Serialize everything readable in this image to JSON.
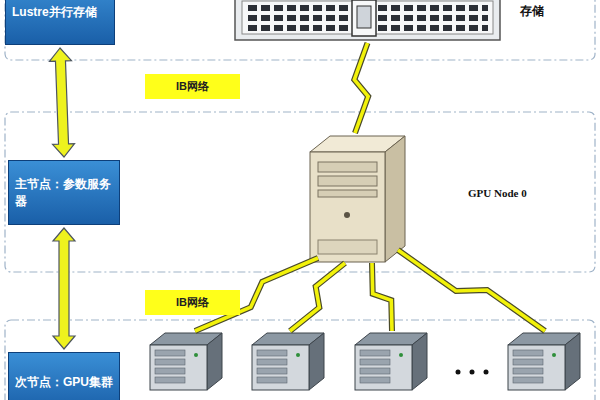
{
  "diagram": {
    "nodes": [
      {
        "text": [
          "Lustre并行存储"
        ]
      },
      {
        "text": [
          "存储"
        ]
      },
      {
        "text": [
          "IB网络"
        ]
      },
      {
        "text": [
          "主节点：参数服务器"
        ]
      },
      {
        "text": [
          "GPU Node 0"
        ]
      },
      {
        "text": [
          "IB网络"
        ]
      },
      {
        "text": [
          "次节点：GPU集群"
        ]
      }
    ],
    "edges": [
      {
        "from": 0,
        "to": 3,
        "arrow": "both"
      },
      {
        "from": 3,
        "to": 6,
        "arrow": "both"
      },
      {
        "from": 1,
        "to": 4,
        "arrow": "none"
      }
    ]
  }
}
